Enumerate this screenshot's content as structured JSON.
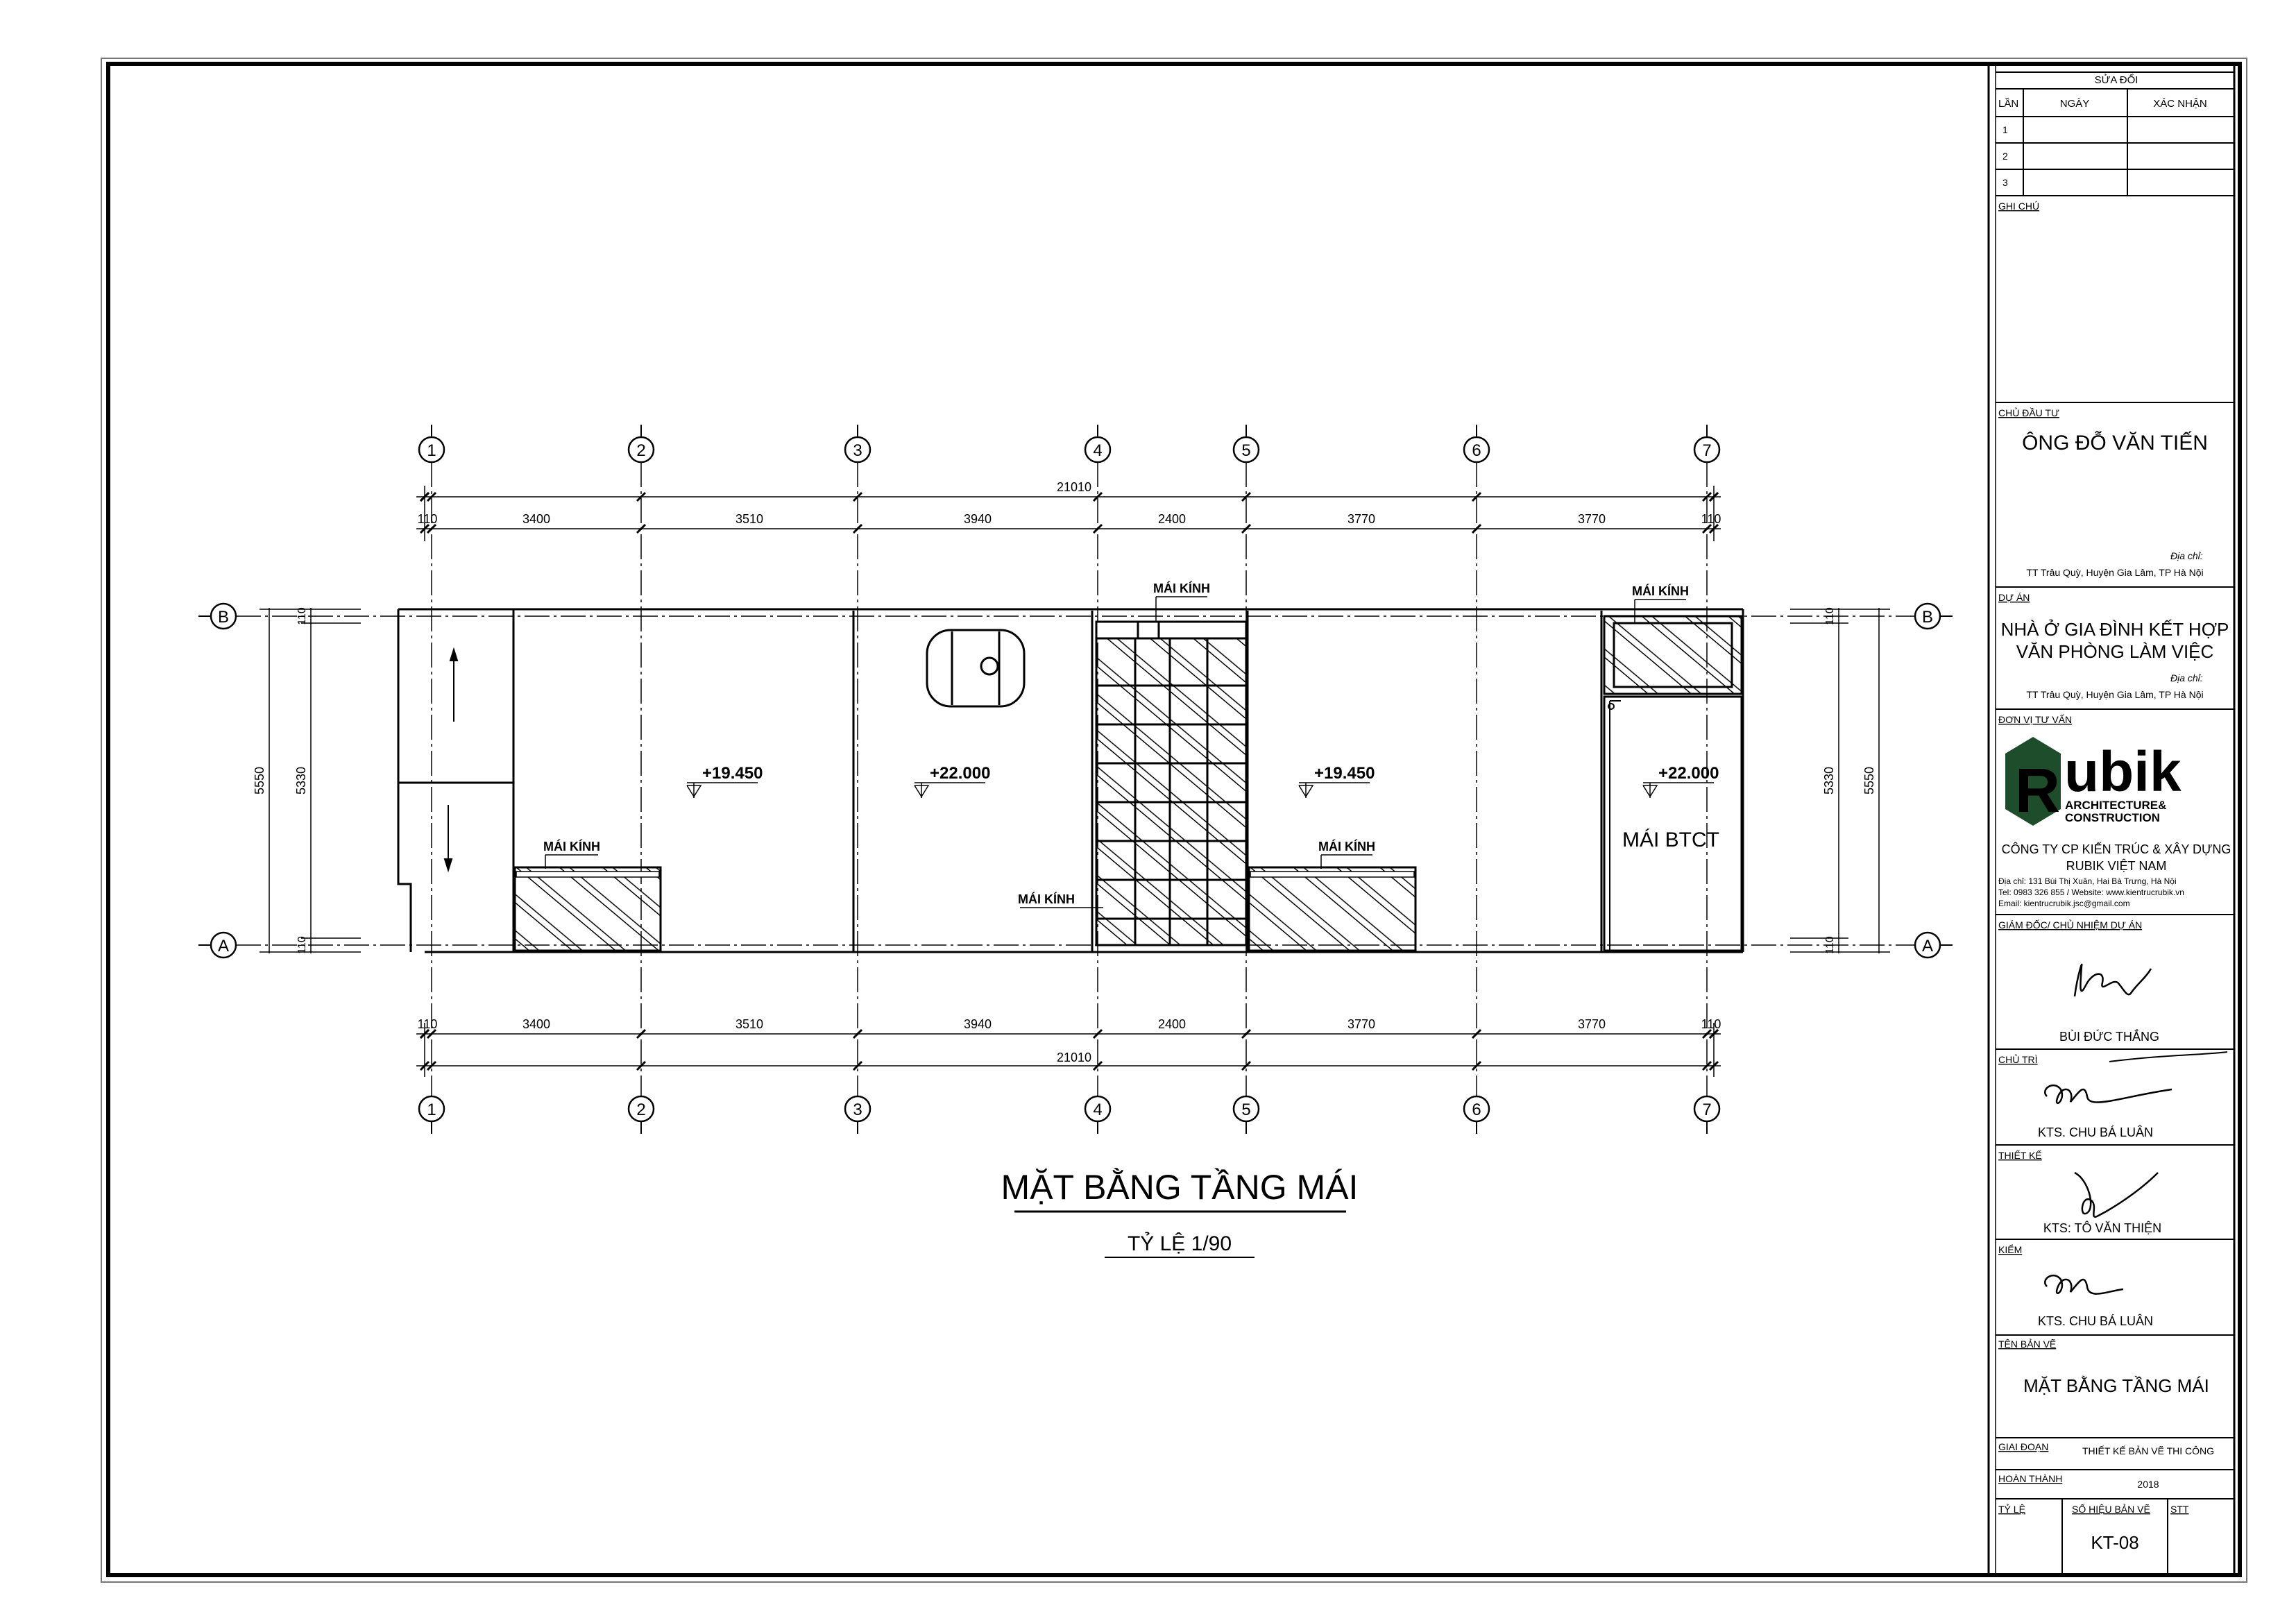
{
  "revision": {
    "title": "SỬA ĐỔI",
    "headers": [
      "LẦN",
      "NGÀY",
      "XÁC NHẬN"
    ],
    "rows": [
      "1",
      "2",
      "3"
    ]
  },
  "notes_label": "GHI CHÚ",
  "owner": {
    "label": "CHỦ ĐẦU TƯ",
    "name": "ÔNG ĐỖ VĂN TIẾN",
    "address_label": "Địa chỉ:",
    "address": "TT Trâu Quỳ, Huyện Gia Lâm, TP Hà Nội"
  },
  "project": {
    "label": "DỰ ÁN",
    "line1": "NHÀ Ở GIA ĐÌNH KẾT HỢP",
    "line2": "VĂN PHÒNG LÀM VIỆC",
    "address_label": "Địa chỉ:",
    "address": "TT Trâu Quỳ, Huyện Gia Lâm, TP Hà Nội"
  },
  "consultant": {
    "label": "ĐƠN VỊ TƯ VẤN",
    "logo_text": "ubik",
    "logo_sub1": "ARCHITECTURE&",
    "logo_sub2": "CONSTRUCTION",
    "company1": "CÔNG TY CP KIẾN TRÚC & XÂY DỰNG",
    "company2": "RUBIK VIỆT NAM",
    "address": "Địa chỉ: 131 Bùi Thị Xuân, Hai Bà Trưng, Hà Nội",
    "phone": "Tel: 0983 326 855 / Website: www.kientrucrubik.vn",
    "email": "Email: kientrucrubik.jsc@gmail.com"
  },
  "director": {
    "label": "GIÁM ĐỐC/ CHỦ NHIỆM DỰ ÁN",
    "name": "BÙI ĐỨC THẮNG"
  },
  "lead": {
    "label": "CHỦ TRÌ",
    "name": "KTS. CHU BÁ LUÂN"
  },
  "designer": {
    "label": "THIẾT KẾ",
    "name": "KTS: TÔ VĂN THIỆN"
  },
  "checker": {
    "label": "KIỂM",
    "name": "KTS. CHU BÁ LUÂN"
  },
  "drawing_name": {
    "label": "TÊN BẢN VẼ",
    "value": "MẶT BẰNG TẦNG MÁI"
  },
  "phase": {
    "label": "GIAI ĐOẠN",
    "value": "THIẾT KẾ BẢN VẼ THI CÔNG"
  },
  "completed": {
    "label": "HOÀN THÀNH",
    "value": "2018"
  },
  "scale_label": "TỶ LỆ",
  "sheet_no_label": "SỐ HIỆU BẢN VẼ",
  "stt_label": "STT",
  "sheet_no": "KT-08",
  "plan": {
    "title": "MẶT BẰNG TẦNG MÁI",
    "scale": "TỶ LỆ 1/90",
    "axes_x": [
      "1",
      "2",
      "3",
      "4",
      "5",
      "6",
      "7"
    ],
    "axes_y": [
      "B",
      "A"
    ],
    "total_dim": "21010",
    "dims_x": [
      "110",
      "3400",
      "3510",
      "3940",
      "2400",
      "3770",
      "3770",
      "110"
    ],
    "dims_y_outer": "5550",
    "dims_y_inner": "5330",
    "dims_y_edge": "110",
    "levels": [
      "+19.450",
      "+22.000",
      "+19.450",
      "+22.000"
    ],
    "glass_roof_label": "MÁI KÍNH",
    "rc_roof_label": "MÁI BTCT"
  }
}
